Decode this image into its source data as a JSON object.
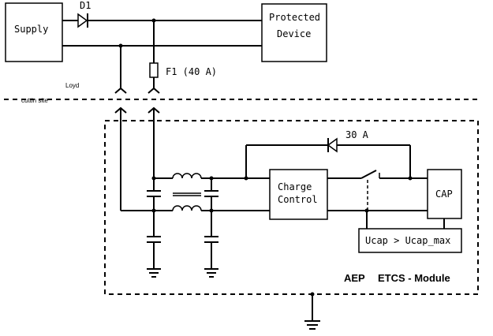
{
  "labels": {
    "supply": "Supply",
    "protected_line1": "Protected",
    "protected_line2": "Device",
    "diode_d1": "D1",
    "fuse": "F1 (40 A)",
    "loyd": "Loyd",
    "cuttin_site": "cuttin site",
    "diode_30a": "30 A",
    "charge_line1": "Charge",
    "charge_line2": "Control",
    "cap": "CAP",
    "comparator": "Ucap > Ucap_max",
    "module_aep": "AEP",
    "module_name": "ETCS - Module"
  }
}
